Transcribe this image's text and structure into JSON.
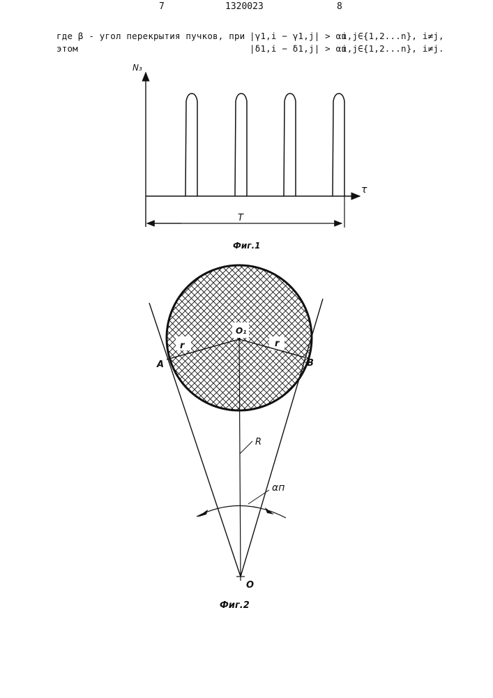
{
  "header": {
    "page_left": "7",
    "patent_number": "1320023",
    "page_right": "8"
  },
  "text": {
    "line1": "где β - угол перекрытия пучков, при",
    "line2": "этом"
  },
  "formulas": [
    {
      "expr": "|γ1,i − γ1,j| > αп",
      "cond": "i,j∈{1,2...n}, i≠j,"
    },
    {
      "expr": "|δ1,i − δ1,j| > αп",
      "cond": "i,j∈{1,2...n}, i≠j."
    }
  ],
  "fig1": {
    "caption": "Фиг.1",
    "y_axis_label": "N₃",
    "x_axis_label": "τ",
    "period_label": "T",
    "pulses": 4
  },
  "fig2": {
    "caption": "Фиг.2",
    "point_A": "A",
    "point_B": "B",
    "center_label": "O₁",
    "origin_label": "O",
    "radius_small_left": "r",
    "radius_small_right": "r",
    "radius_big": "R",
    "angle_label": "αп"
  }
}
